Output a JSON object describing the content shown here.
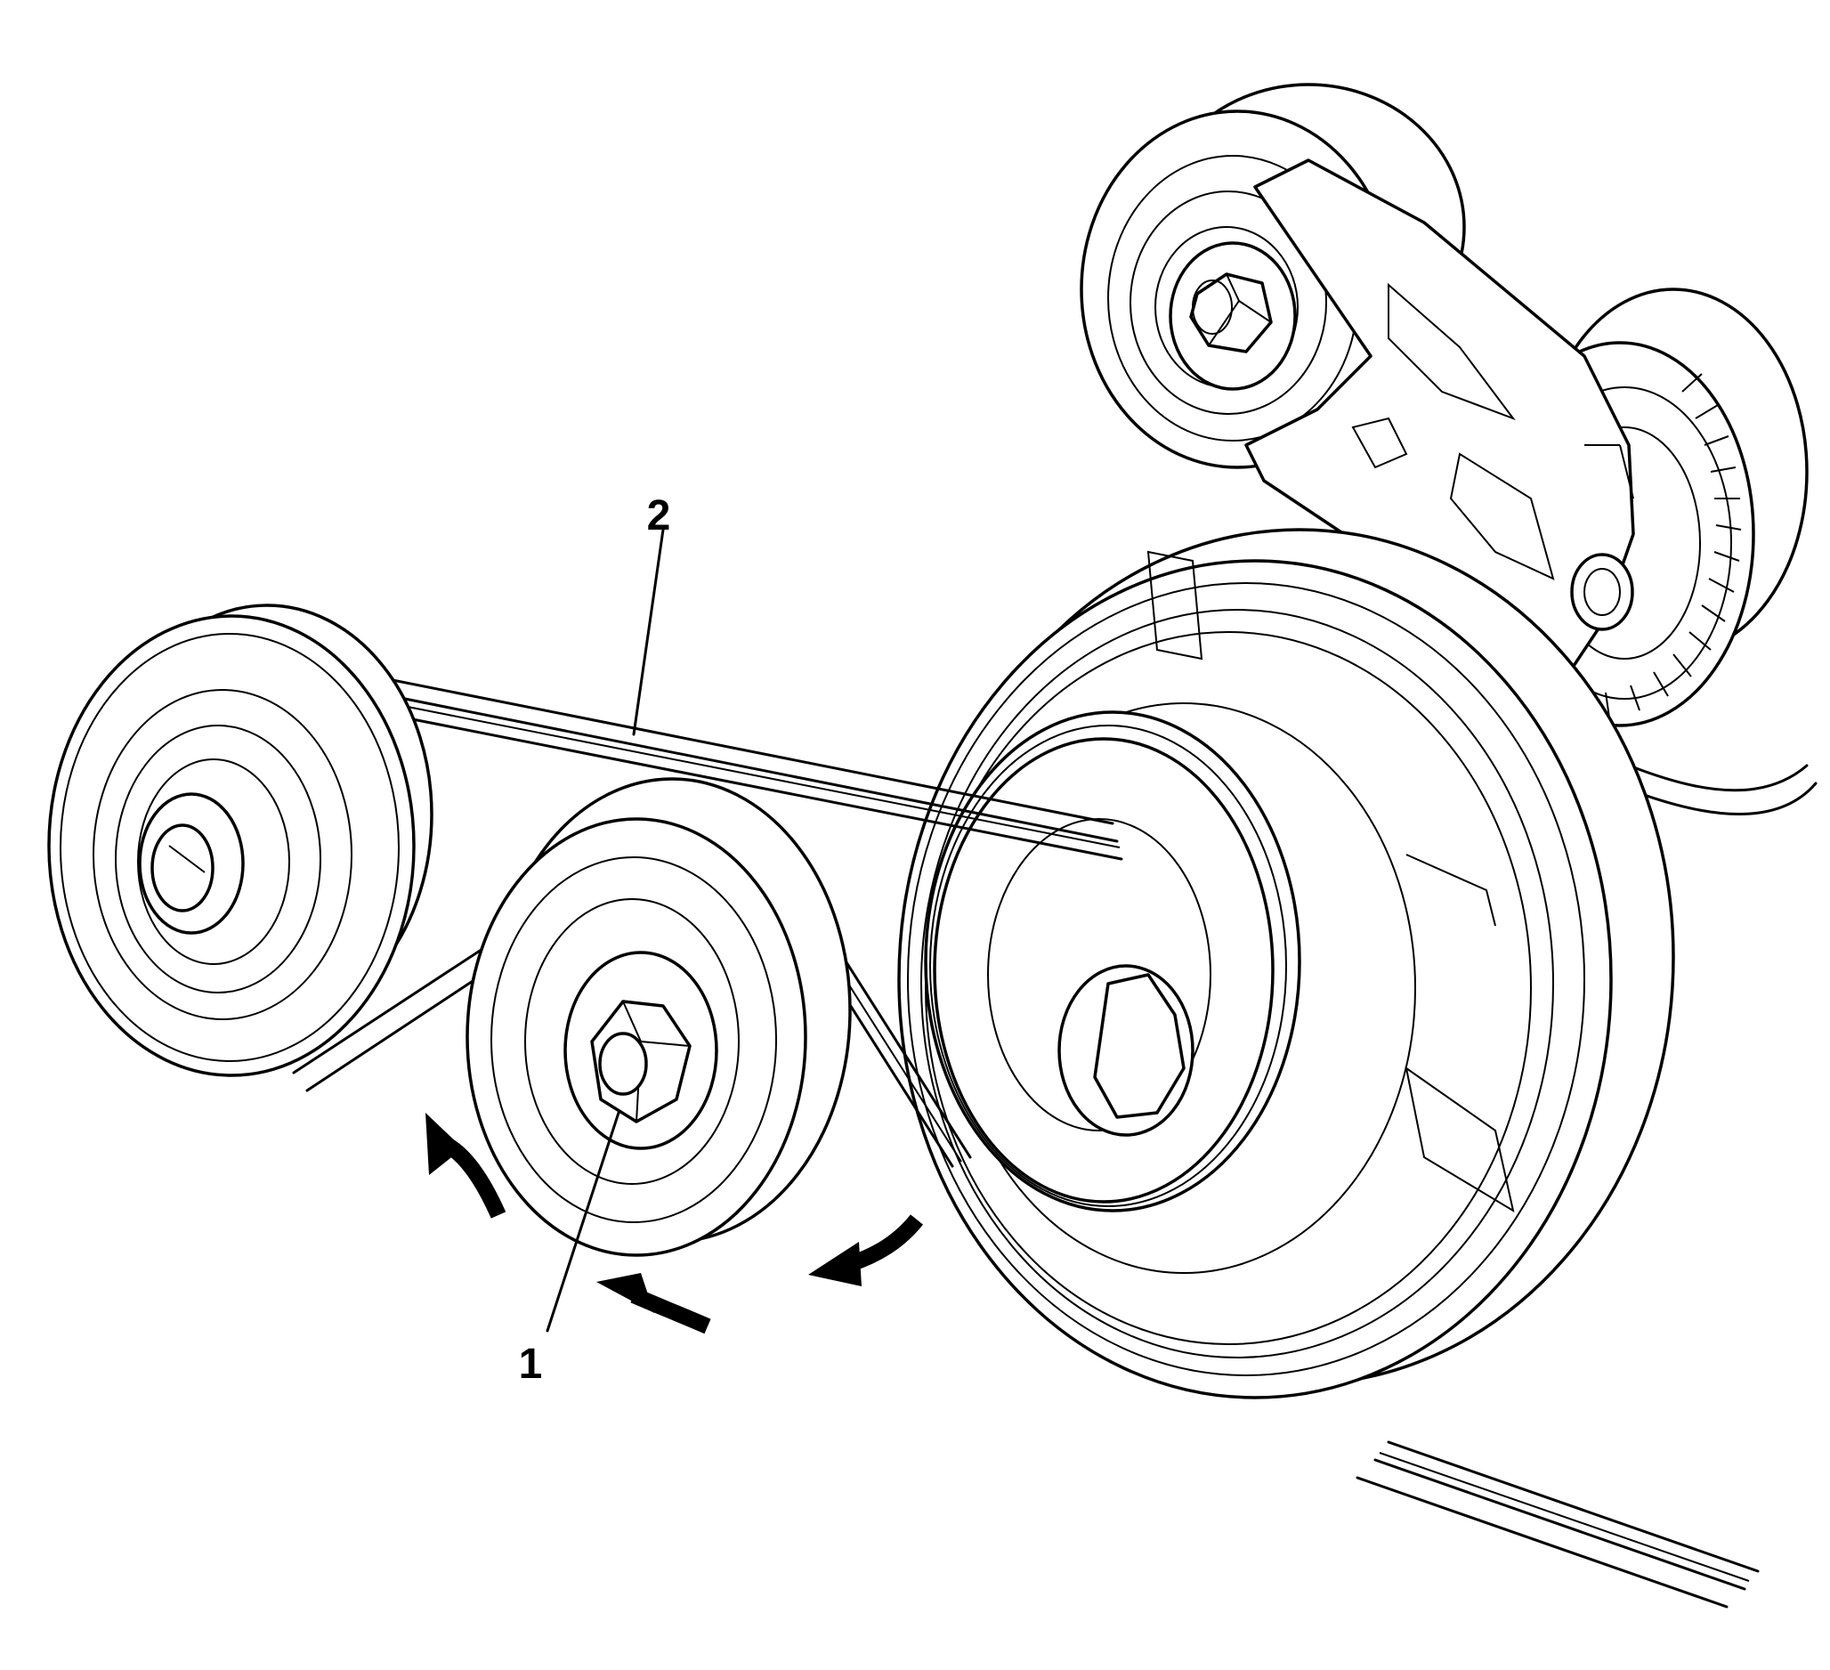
{
  "callouts": [
    {
      "id": "1",
      "label": "1"
    },
    {
      "id": "2",
      "label": "2"
    }
  ],
  "colors": {
    "line": "#000000",
    "background": "#ffffff"
  },
  "icons": [
    "rotation-arrow-icon"
  ]
}
